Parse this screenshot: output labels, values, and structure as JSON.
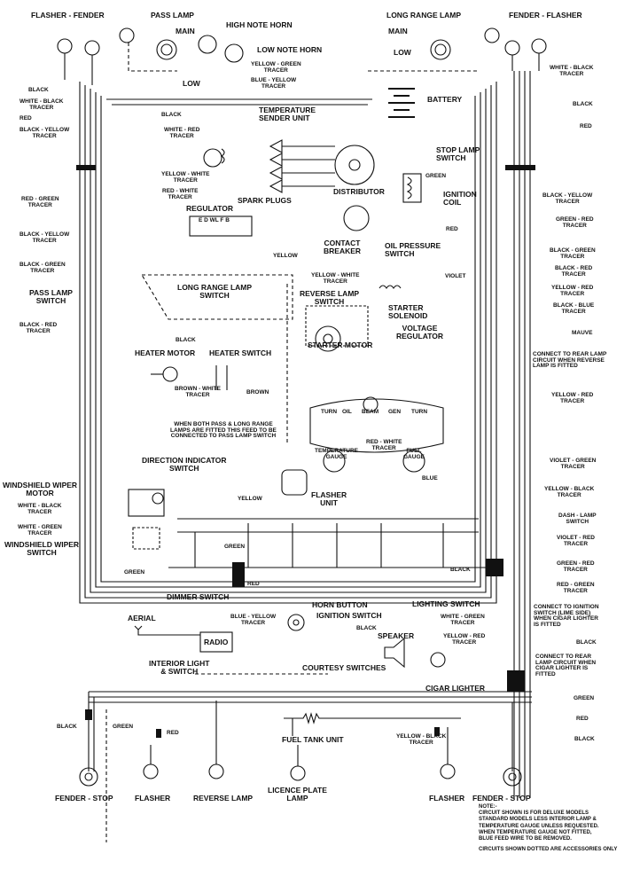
{
  "labels": {
    "flasher_fender_tl": "FLASHER - FENDER",
    "pass_lamp_top": "PASS LAMP",
    "main_l": "MAIN",
    "high_note_horn": "HIGH NOTE HORN",
    "low_note_horn": "LOW NOTE HORN",
    "low_l": "LOW",
    "yellow_green_tracer": [
      "YELLOW - GREEN",
      "TRACER"
    ],
    "blue_yellow_tracer": [
      "BLUE - YELLOW",
      "TRACER"
    ],
    "long_range_lamp_top": "LONG RANGE LAMP",
    "fender_flasher_tr": "FENDER - FLASHER",
    "main_r": "MAIN",
    "low_r": "LOW",
    "white_black_tracer_tr": [
      "WHITE - BLACK",
      "TRACER"
    ],
    "battery": "BATTERY",
    "black_r1": "BLACK",
    "red_r1": "RED",
    "black_l1": "BLACK",
    "white_black_tracer_l": [
      "WHITE - BLACK",
      "TRACER"
    ],
    "red_l1": "RED",
    "black_yellow_tracer_l1": [
      "BLACK - YELLOW",
      "TRACER"
    ],
    "black_small": "BLACK",
    "temperature_sender": [
      "TEMPERATURE",
      "SENDER UNIT"
    ],
    "white_red_tracer": [
      "WHITE - RED",
      "TRACER"
    ],
    "stop_lamp_switch": [
      "STOP LAMP",
      "SWITCH"
    ],
    "yellow_white_tracer": [
      "YELLOW - WHITE",
      "TRACER"
    ],
    "red_white_tracer": [
      "RED - WHITE",
      "TRACER"
    ],
    "green_ign": "GREEN",
    "ignition_coil": [
      "IGNITION",
      "COIL"
    ],
    "spark_plugs": "SPARK PLUGS",
    "distributor": "DISTRIBUTOR",
    "red_green_tracer_l": [
      "RED - GREEN",
      "TRACER"
    ],
    "black_yellow_tracer_r": [
      "BLACK - YELLOW",
      "TRACER"
    ],
    "regulator": "REGULATOR",
    "regulator_terminals": "E D WL F B",
    "green_red_tracer_r1": [
      "GREEN - RED",
      "TRACER"
    ],
    "red_reg": "RED",
    "contact_breaker": [
      "CONTACT",
      "BREAKER"
    ],
    "black_yellow_tracer_l2": [
      "BLACK - YELLOW",
      "TRACER"
    ],
    "black_green_tracer_r": [
      "BLACK - GREEN",
      "TRACER"
    ],
    "yellow_mid": "YELLOW",
    "oil_pressure_switch": [
      "OIL PRESSURE",
      "SWITCH"
    ],
    "black_green_tracer_l": [
      "BLACK - GREEN",
      "TRACER"
    ],
    "black_red_tracer_r1": [
      "BLACK - RED",
      "TRACER"
    ],
    "yellow_white_tracer_mid": [
      "YELLOW - WHITE",
      "TRACER"
    ],
    "violet": "VIOLET",
    "yellow_red_tracer_r1": [
      "YELLOW - RED",
      "TRACER"
    ],
    "long_range_lamp_switch": [
      "LONG RANGE LAMP",
      "SWITCH"
    ],
    "reverse_lamp_switch": [
      "REVERSE LAMP",
      "SWITCH"
    ],
    "pass_lamp_switch": [
      "PASS LAMP",
      "SWITCH"
    ],
    "starter_solenoid": [
      "STARTER",
      "SOLENOID"
    ],
    "black_blue_tracer": [
      "BLACK - BLUE",
      "TRACER"
    ],
    "voltage_regulator": [
      "VOLTAGE",
      "REGULATOR"
    ],
    "black_red_tracer_l": [
      "BLACK - RED",
      "TRACER"
    ],
    "mauve": "MAUVE",
    "black_heater": "BLACK",
    "starter_motor": "STARTER MOTOR",
    "heater_motor": "HEATER MOTOR",
    "heater_switch": "HEATER SWITCH",
    "connect_rear_lamp_1": [
      "CONNECT TO REAR LAMP",
      "CIRCUIT WHEN REVERSE",
      "LAMP IS FITTED"
    ],
    "brown_white_tracer": [
      "BROWN - WHITE",
      "TRACER"
    ],
    "brown": "BROWN",
    "yellow_red_tracer_r2": [
      "YELLOW - RED",
      "TRACER"
    ],
    "gauge_labels": [
      "TURN",
      "OIL",
      "BEAM",
      "GEN",
      "TURN"
    ],
    "when_both_pass": [
      "WHEN BOTH PASS & LONG RANGE",
      "LAMPS ARE FITTED THIS FEED TO BE",
      "CONNECTED TO PASS LAMP SWITCH"
    ],
    "red_white_tracer_gauge": [
      "RED - WHITE",
      "TRACER"
    ],
    "temperature_gauge": [
      "TEMPERATURE",
      "GAUGE"
    ],
    "fuel_gauge": [
      "FUEL",
      "GAUGE"
    ],
    "violet_green_tracer": [
      "VIOLET - GREEN",
      "TRACER"
    ],
    "direction_indicator_switch": [
      "DIRECTION INDICATOR",
      "SWITCH"
    ],
    "blue": "BLUE",
    "windshield_wiper_motor": [
      "WINDSHIELD WIPER",
      "MOTOR"
    ],
    "yellow_black_tracer_r1": [
      "YELLOW - BLACK",
      "TRACER"
    ],
    "flasher_unit": [
      "FLASHER",
      "UNIT"
    ],
    "yellow_dir": "YELLOW",
    "white_black_tracer_wiper": [
      "WHITE - BLACK",
      "TRACER"
    ],
    "dash_lamp_switch": [
      "DASH - LAMP",
      "SWITCH"
    ],
    "white_green_tracer_wiper": [
      "WHITE - GREEN",
      "TRACER"
    ],
    "windshield_wiper_switch": [
      "WINDSHIELD WIPER",
      "SWITCH"
    ],
    "green_mid": "GREEN",
    "violet_red_tracer": [
      "VIOLET - RED",
      "TRACER"
    ],
    "black_mid": "BLACK",
    "green_red_tracer_r2": [
      "GREEN - RED",
      "TRACER"
    ],
    "green_l": "GREEN",
    "red_green_tracer_r": [
      "RED - GREEN",
      "TRACER"
    ],
    "dimmer_switch": "DIMMER SWITCH",
    "red_dim": "RED",
    "horn_button": "HORN BUTTON",
    "lighting_switch": "LIGHTING SWITCH",
    "connect_ignition": [
      "CONNECT TO IGNITION",
      "SWITCH (LIME SIDE)",
      "WHEN CIGAR LIGHTER",
      "IS FITTED"
    ],
    "aerial": "AERIAL",
    "blue_yellow_tracer_mid": [
      "BLUE - YELLOW",
      "TRACER"
    ],
    "ignition_switch": "IGNITION SWITCH",
    "white_green_tracer_mid": [
      "WHITE - GREEN",
      "TRACER"
    ],
    "black_ign": "BLACK",
    "radio": "RADIO",
    "speaker": "SPEAKER",
    "yellow_red_tracer_mid": [
      "YELLOW - RED",
      "TRACER"
    ],
    "black_r2": "BLACK",
    "interior_light": [
      "INTERIOR LIGHT",
      "& SWITCH"
    ],
    "courtesy_switches": "COURTESY SWITCHES",
    "connect_rear_lamp_2": [
      "CONNECT TO REAR",
      "LAMP CIRCUIT WHEN",
      "CIGAR LIGHTER IS",
      "FITTED"
    ],
    "cigar_lighter": "CIGAR LIGHTER",
    "green_r3": "GREEN",
    "black_bl": "BLACK",
    "green_bl": "GREEN",
    "red_r3": "RED",
    "red_bl": "RED",
    "black_r3": "BLACK",
    "fuel_tank_unit": "FUEL TANK UNIT",
    "yellow_black_tracer_bot": [
      "YELLOW - BLACK",
      "TRACER"
    ],
    "fender_stop_bl": "FENDER - STOP",
    "flasher_bl": "FLASHER",
    "reverse_lamp": "REVERSE LAMP",
    "licence_plate_lamp": [
      "LICENCE PLATE",
      "LAMP"
    ],
    "flasher_br": "FLASHER",
    "fender_stop_br": "FENDER - STOP",
    "note": [
      "NOTE:-",
      "CIRCUIT SHOWN IS FOR DELUXE MODELS",
      "STANDARD MODELS LESS INTERIOR LAMP &",
      "TEMPERATURE GAUGE UNLESS REQUESTED.",
      "WHEN TEMPERATURE GAUGE NOT FITTED,",
      "BLUE FEED WIRE TO BE REMOVED."
    ],
    "accessories_note": "CIRCUITS SHOWN DOTTED ARE ACCESSORIES ONLY"
  }
}
